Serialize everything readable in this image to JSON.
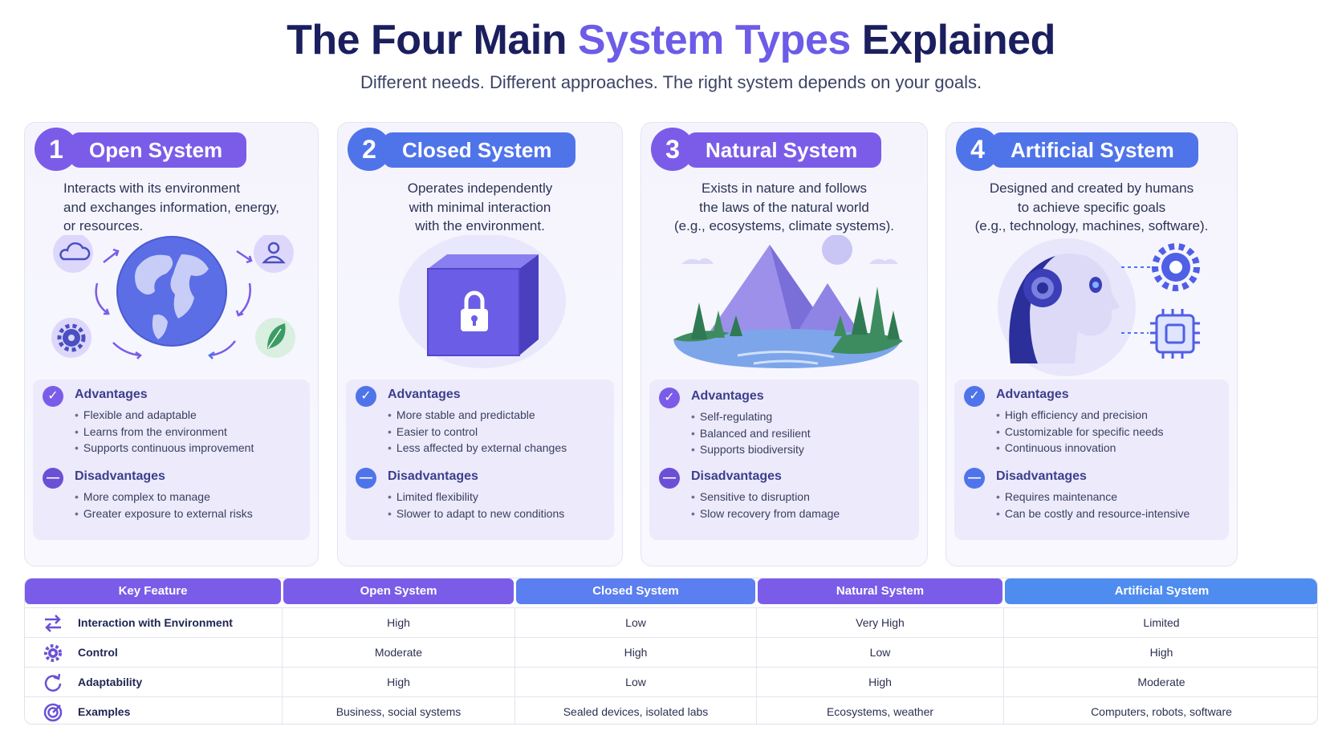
{
  "header": {
    "title_part1": "The Four Main ",
    "title_accent": "System Types",
    "title_part2": " Explained",
    "subtitle": "Different needs. Different approaches. The right system depends on your goals."
  },
  "colors": {
    "purple": "#7b5ce8",
    "blue": "#4f74ea",
    "navy": "#1b1f5e",
    "accent": "#6c5ce7",
    "card_bg": "#f5f4fd",
    "proscons_bg": "#eceafb"
  },
  "cards": [
    {
      "number": "1",
      "title": "Open System",
      "description": [
        "Interacts with its environment",
        "and exchanges information, energy,",
        "or resources."
      ],
      "illustration_icons": [
        "globe-icon",
        "cloud-icon",
        "user-icon",
        "gear-icon",
        "leaf-icon",
        "cycle-arrows-icon"
      ],
      "advantages_label": "Advantages",
      "advantages": [
        "Flexible and adaptable",
        "Learns from the environment",
        "Supports continuous improvement"
      ],
      "disadvantages_label": "Disadvantages",
      "disadvantages": [
        "More complex to manage",
        "Greater exposure to external risks"
      ]
    },
    {
      "number": "2",
      "title": "Closed System",
      "description": [
        "Operates independently",
        "with minimal interaction",
        "with the environment."
      ],
      "illustration_icons": [
        "locked-box-icon"
      ],
      "advantages_label": "Advantages",
      "advantages": [
        "More stable and predictable",
        "Easier to control",
        "Less affected by external changes"
      ],
      "disadvantages_label": "Disadvantages",
      "disadvantages": [
        "Limited flexibility",
        "Slower to adapt to new conditions"
      ]
    },
    {
      "number": "3",
      "title": "Natural System",
      "description": [
        "Exists in nature and follows",
        "the laws of the natural world",
        "(e.g., ecosystems, climate systems)."
      ],
      "illustration_icons": [
        "mountain-landscape-icon"
      ],
      "advantages_label": "Advantages",
      "advantages": [
        "Self-regulating",
        "Balanced and resilient",
        "Supports biodiversity"
      ],
      "disadvantages_label": "Disadvantages",
      "disadvantages": [
        "Sensitive to disruption",
        "Slow recovery from damage"
      ]
    },
    {
      "number": "4",
      "title": "Artificial System",
      "description": [
        "Designed and created by humans",
        "to achieve specific goals",
        "(e.g., technology, machines, software)."
      ],
      "illustration_icons": [
        "robot-head-icon",
        "gear-icon",
        "chip-icon"
      ],
      "advantages_label": "Advantages",
      "advantages": [
        "High efficiency and precision",
        "Customizable for specific needs",
        "Continuous innovation"
      ],
      "disadvantages_label": "Disadvantages",
      "disadvantages": [
        "Requires maintenance",
        "Can be costly and resource-intensive"
      ]
    }
  ],
  "comparison": {
    "headers": [
      "Key Feature",
      "Open System",
      "Closed System",
      "Natural System",
      "Artificial System"
    ],
    "rows": [
      {
        "icon": "exchange-arrows-icon",
        "feature": "Interaction with Environment",
        "values": [
          "High",
          "Low",
          "Very High",
          "Limited"
        ]
      },
      {
        "icon": "gear-icon",
        "feature": "Control",
        "values": [
          "Moderate",
          "High",
          "Low",
          "High"
        ]
      },
      {
        "icon": "refresh-cycle-icon",
        "feature": "Adaptability",
        "values": [
          "High",
          "Low",
          "High",
          "Moderate"
        ]
      },
      {
        "icon": "target-icon",
        "feature": "Examples",
        "values": [
          "Business, social systems",
          "Sealed devices, isolated labs",
          "Ecosystems, weather",
          "Computers, robots, software"
        ]
      }
    ]
  }
}
